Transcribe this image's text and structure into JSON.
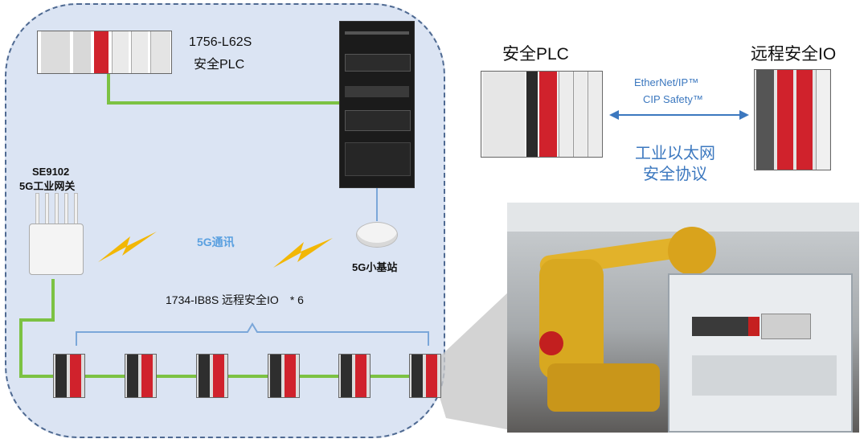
{
  "left_panel": {
    "plc_label_line1": "1756-L62S",
    "plc_label_line2": "安全PLC",
    "gateway_label_line1": "SE9102",
    "gateway_label_line2": "5G工业网关",
    "wireless_label": "5G通讯",
    "base_station_label": "5G小基站",
    "remote_io_label": "1734-IB8S 远程安全IO　* 6",
    "remote_io_count": 6
  },
  "right_panel": {
    "safety_plc_label": "安全PLC",
    "remote_io_label": "远程安全IO",
    "protocol_line1": "EtherNet/IP™",
    "protocol_line2": "CIP Safety™",
    "protocol_desc_line1": "工业以太网",
    "protocol_desc_line2": "安全协议"
  },
  "colors": {
    "panel_bg": "#dbe4f3",
    "panel_border": "#4f6a92",
    "ethernet_green": "#7cc243",
    "link_blue": "#7ba7d9",
    "bolt_yellow": "#f2b705",
    "accent_blue": "#3c78bf",
    "plc_red": "#d0222c"
  }
}
